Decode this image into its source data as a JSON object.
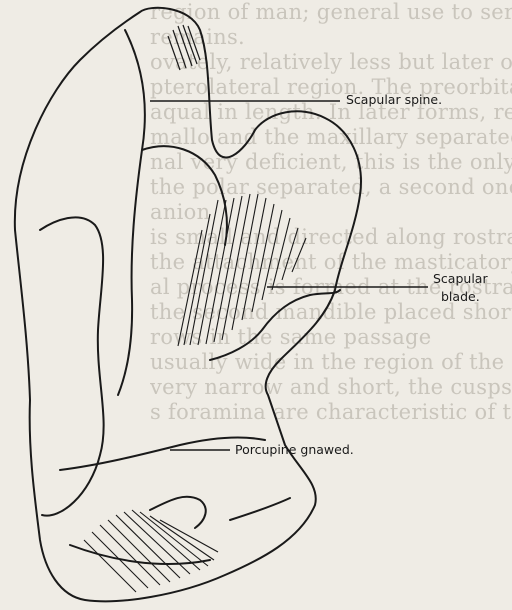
{
  "figure": {
    "labels": {
      "spine": "Scapular spine.",
      "blade_line1": "Scapular",
      "blade_line2": "blade.",
      "porcupine": "Porcupine gnawed."
    }
  },
  "background_text": [
    "region of man; general use to serve as",
    "remains.",
    "ovately, relatively less but later on",
    "pterolateral region.  The preorbital and p",
    "aqual in length.  In later forms, rel",
    "mallo and the maxillary separated in large",
    "nal very deficient, this is the only",
    "the polar separated, a second one",
    "anion",
    "is small and directed along rostral",
    "the attachment of the masticatory muscles",
    "al process is formed at the rostral",
    "the second mandible placed shorter",
    "rows in the same passage",
    "usually wide in the region of the head",
    "very narrow and short, the cusps",
    "s foramina are characteristic of the"
  ],
  "colors": {
    "paper": "#efece5",
    "ink": "#1a1a1a",
    "faded_text": "#c9c5bc"
  }
}
